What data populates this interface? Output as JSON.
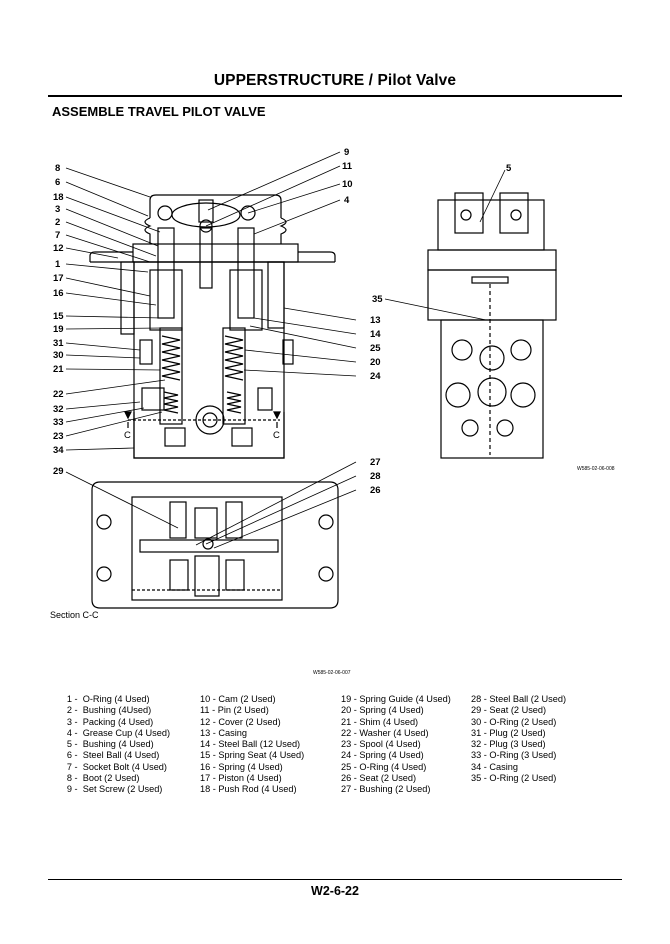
{
  "header": {
    "title": "UPPERSTRUCTURE / Pilot Valve"
  },
  "section_title": "ASSEMBLE TRAVEL PILOT VALVE",
  "figure": {
    "section_label": "Section C-C",
    "ref_top": "W585-02-06-008",
    "ref_bottom": "W585-02-06-007",
    "section_marks": [
      "C",
      "C"
    ],
    "callouts_left": [
      "8",
      "6",
      "18",
      "3",
      "2",
      "7",
      "12",
      "1",
      "17",
      "16",
      "15",
      "19",
      "31",
      "30",
      "21",
      "22",
      "32",
      "33",
      "23",
      "34"
    ],
    "callouts_right": [
      "9",
      "11",
      "10",
      "4",
      "13",
      "14",
      "25",
      "20",
      "24"
    ],
    "callouts_side": [
      "5",
      "35"
    ],
    "callouts_section": [
      "29",
      "27",
      "28",
      "26"
    ]
  },
  "parts_columns": [
    [
      {
        "num": "1",
        "desc": "O-Ring (4 Used)"
      },
      {
        "num": "2",
        "desc": "Bushing (4Used)"
      },
      {
        "num": "3",
        "desc": "Packing (4 Used)"
      },
      {
        "num": "4",
        "desc": "Grease Cup (4 Used)"
      },
      {
        "num": "5",
        "desc": "Bushing (4 Used)"
      },
      {
        "num": "6",
        "desc": "Steel Ball (4 Used)"
      },
      {
        "num": "7",
        "desc": "Socket Bolt (4 Used)"
      },
      {
        "num": "8",
        "desc": "Boot (2 Used)"
      },
      {
        "num": "9",
        "desc": "Set Screw (2 Used)"
      }
    ],
    [
      {
        "num": "10",
        "desc": "Cam (2 Used)"
      },
      {
        "num": "11",
        "desc": "Pin (2 Used)"
      },
      {
        "num": "12",
        "desc": "Cover (2 Used)"
      },
      {
        "num": "13",
        "desc": "Casing"
      },
      {
        "num": "14",
        "desc": "Steel Ball (12 Used)"
      },
      {
        "num": "15",
        "desc": "Spring Seat (4 Used)"
      },
      {
        "num": "16",
        "desc": "Spring (4 Used)"
      },
      {
        "num": "17",
        "desc": "Piston (4 Used)"
      },
      {
        "num": "18",
        "desc": "Push Rod (4 Used)"
      }
    ],
    [
      {
        "num": "19",
        "desc": "Spring Guide (4 Used)"
      },
      {
        "num": "20",
        "desc": "Spring (4 Used)"
      },
      {
        "num": "21",
        "desc": "Shim (4 Used)"
      },
      {
        "num": "22",
        "desc": "Washer (4 Used)"
      },
      {
        "num": "23",
        "desc": "Spool (4 Used)"
      },
      {
        "num": "24",
        "desc": "Spring (4 Used)"
      },
      {
        "num": "25",
        "desc": "O-Ring (4 Used)"
      },
      {
        "num": "26",
        "desc": "Seat (2 Used)"
      },
      {
        "num": "27",
        "desc": "Bushing (2 Used)"
      }
    ],
    [
      {
        "num": "28",
        "desc": "Steel Ball (2 Used)"
      },
      {
        "num": "29",
        "desc": "Seat (2 Used)"
      },
      {
        "num": "30",
        "desc": "O-Ring (2 Used)"
      },
      {
        "num": "31",
        "desc": "Plug (2 Used)"
      },
      {
        "num": "32",
        "desc": "Plug (3 Used)"
      },
      {
        "num": "33",
        "desc": "O-Ring (3 Used)"
      },
      {
        "num": "34",
        "desc": "Casing"
      },
      {
        "num": "35",
        "desc": "O-Ring (2 Used)"
      }
    ]
  ],
  "footer": {
    "page_number": "W2-6-22"
  }
}
